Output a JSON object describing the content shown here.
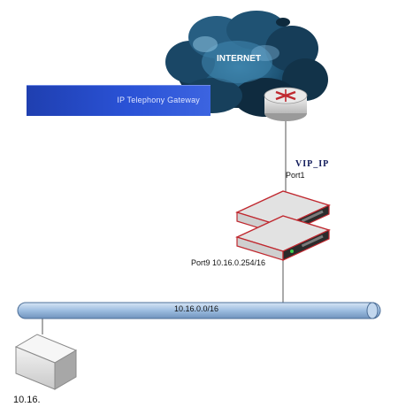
{
  "gateway": {
    "label": "IP Telephony Gateway"
  },
  "cloud": {
    "label": "INTERNET"
  },
  "vip": {
    "label": "VIP_IP"
  },
  "firewall": {
    "port1_label": "Port1",
    "port9_label": "Port9 10.16.0.254/16"
  },
  "network": {
    "label": "10.16.0.0/16"
  },
  "host": {
    "label": "10.16."
  },
  "colors": {
    "cloud_dark": "#0f2f4a",
    "cloud_mid": "#2b6a92",
    "cloud_light": "#7fb3d4",
    "gateway_blue": "#2a52d6",
    "bus_blue": "#a9c6e6",
    "device_red": "#c0282f",
    "device_grey": "#d8d8d8"
  }
}
